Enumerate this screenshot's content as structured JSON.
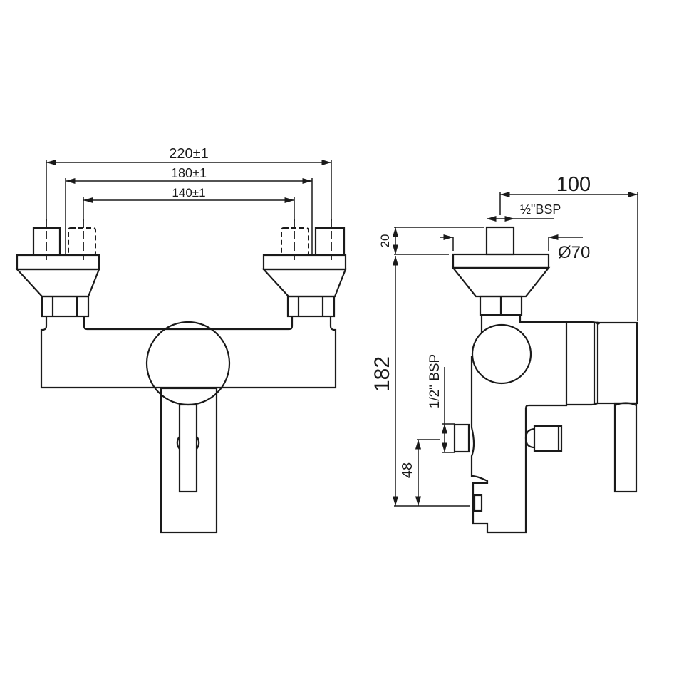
{
  "drawing": {
    "subject": "Wall-mounted single lever bath/shower mixer — technical drawing",
    "front_view": {
      "dimensions": {
        "outer": "220±1",
        "middle": "180±1",
        "inner": "140±1"
      }
    },
    "side_view": {
      "dimensions": {
        "depth": "100",
        "inlet_thread": "½\"BSP",
        "flange_height": "20",
        "flange_diameter": "Ø70",
        "total_height": "182",
        "outlet_thread": "1/2\" BSP",
        "outlet_height": "48"
      }
    }
  }
}
